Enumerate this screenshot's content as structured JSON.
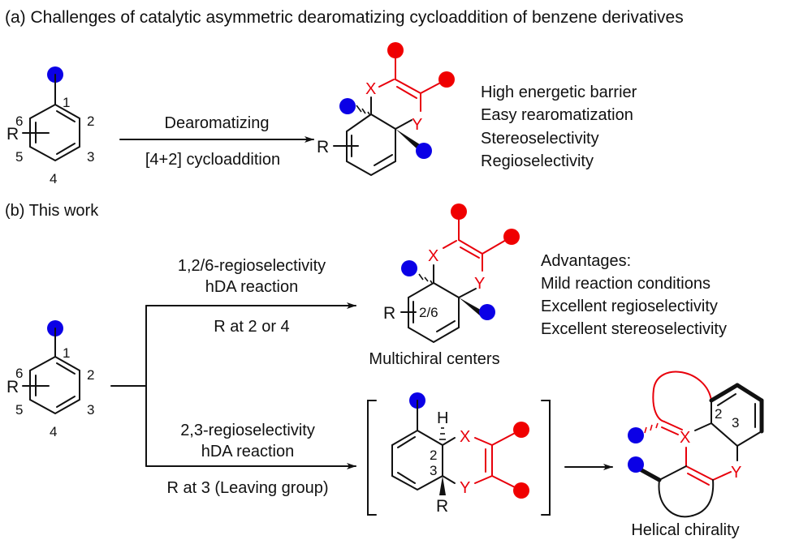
{
  "panel_a": {
    "title": "(a) Challenges of catalytic asymmetric dearomatizing cycloaddition of benzene derivatives",
    "substrate": {
      "substituent_label": "R",
      "positions": [
        "1",
        "2",
        "3",
        "4",
        "5",
        "6"
      ]
    },
    "arrow": {
      "label_above": "Dearomatizing",
      "label_below": "[4+2] cycloaddition"
    },
    "product": {
      "heteroatom_x": "X",
      "heteroatom_y": "Y",
      "substituent_label": "R"
    },
    "challenges": [
      "High energetic barrier",
      "Easy rearomatization",
      "Stereoselectivity",
      "Regioselectivity"
    ]
  },
  "panel_b": {
    "title": "(b) This work",
    "substrate": {
      "substituent_label": "R",
      "positions": [
        "1",
        "2",
        "3",
        "4",
        "5",
        "6"
      ]
    },
    "upper_branch": {
      "label_line1": "1,2/6-regioselectivity",
      "label_line2": "hDA reaction",
      "label_below": "R at 2 or 4",
      "product": {
        "heteroatom_x": "X",
        "heteroatom_y": "Y",
        "substituent_label": "R",
        "ring_position_label": "2/6"
      },
      "caption": "Multichiral centers"
    },
    "advantages": {
      "heading": "Advantages:",
      "items": [
        "Mild reaction conditions",
        "Excellent regioselectivity",
        "Excellent stereoselectivity"
      ]
    },
    "lower_branch": {
      "label_line1": "2,3-regioselectivity",
      "label_line2": "hDA reaction",
      "label_below": "R at 3 (Leaving group)",
      "intermediate": {
        "h_label": "H",
        "heteroatom_x": "X",
        "heteroatom_y": "Y",
        "substituent_label": "R",
        "position_2": "2",
        "position_3": "3"
      },
      "product": {
        "heteroatom_x": "X",
        "heteroatom_y": "Y",
        "position_2": "2",
        "position_3": "3"
      },
      "caption": "Helical chirality"
    }
  },
  "colors": {
    "highlight_red": "#e8000b",
    "highlight_blue": "#0b00e6",
    "text": "#111111"
  }
}
